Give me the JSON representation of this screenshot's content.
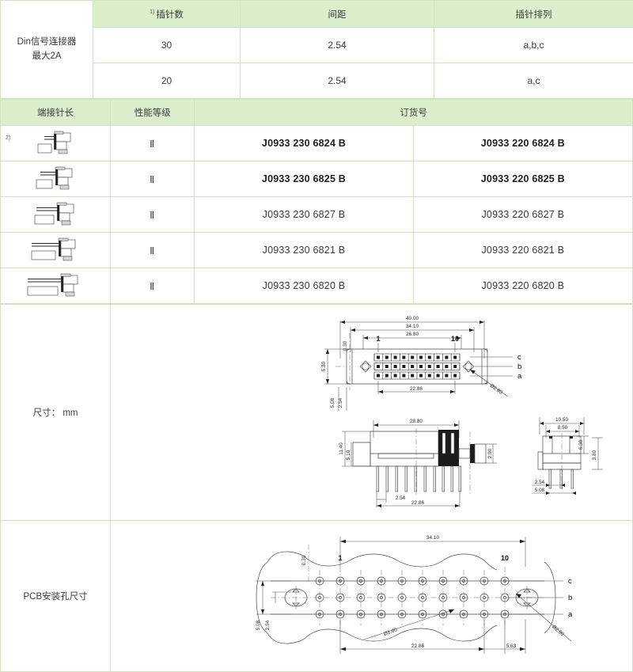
{
  "doc": {
    "units_note": "尺寸： mm",
    "pcb_note": "PCB安装孔尺寸"
  },
  "spec_table": {
    "row_label": "Din信号连接器\n最大2A",
    "row_label_line1": "Din信号连接器",
    "row_label_line2": "最大2A",
    "footnote_marker": "1)",
    "headers": [
      "插针数",
      "间距",
      "插针排列"
    ],
    "rows": [
      {
        "pins": "30",
        "pitch": "2.54",
        "arrangement": "a,b,c"
      },
      {
        "pins": "20",
        "pitch": "2.54",
        "arrangement": "a,c"
      }
    ]
  },
  "order_table": {
    "footnote_marker": "2)",
    "headers": {
      "pin_length": "端接针长",
      "grade": "性能等级",
      "order_no": "订货号"
    },
    "rows": [
      {
        "icon": "pin-length-icon-1",
        "tail": 1,
        "grade": "Ⅱ",
        "order_a": "J0933 230 6824 B",
        "order_b": "J0933 220 6824 B",
        "bold": true
      },
      {
        "icon": "pin-length-icon-2",
        "tail": 2,
        "grade": "Ⅱ",
        "order_a": "J0933 230 6825 B",
        "order_b": "J0933 220 6825 B",
        "bold": true
      },
      {
        "icon": "pin-length-icon-3",
        "tail": 3,
        "grade": "Ⅱ",
        "order_a": "J0933 230 6827 B",
        "order_b": "J0933 220 6827 B",
        "bold": false
      },
      {
        "icon": "pin-length-icon-4",
        "tail": 4,
        "grade": "Ⅱ",
        "order_a": "J0933 230 6821 B",
        "order_b": "J0933 220 6821 B",
        "bold": false
      },
      {
        "icon": "pin-length-icon-5",
        "tail": 5,
        "grade": "Ⅱ",
        "order_a": "J0933 230 6820 B",
        "order_b": "J0933 220 6820 B",
        "bold": false
      }
    ]
  },
  "dimension_drawing": {
    "front_view": {
      "dims": [
        "40.00",
        "34.10",
        "26.80",
        "22.86",
        "0.30",
        "5.30",
        "5.08",
        "2.54"
      ],
      "hole_dia": "ø2.80",
      "pin_first": "1",
      "pin_tenth": "10",
      "row_labels": [
        "c",
        "b",
        "a"
      ],
      "contact_columns": 10,
      "contact_rows": 3
    },
    "side_view": {
      "dims": [
        "28.80",
        "11.40",
        "5.10",
        "2.90",
        "2.54",
        "22.86"
      ],
      "pin_count": 10
    },
    "end_view": {
      "dims": [
        "10.50",
        "8.50",
        "6.30",
        "3.80",
        "2.54",
        "5.08"
      ]
    }
  },
  "pcb_drawing": {
    "dims": [
      "34.10",
      "0.30",
      "5.08",
      "2.54",
      "22.86",
      "5.63"
    ],
    "hole_dia": "ø1.00",
    "mount_hole_dia": "ø2.80",
    "pin_first": "1",
    "pin_tenth": "10",
    "row_labels": [
      "c",
      "b",
      "a"
    ],
    "hole_columns": 10,
    "hole_rows": 3
  },
  "colors": {
    "header_green": "#dcefcc",
    "border_green": "#cfe3c0",
    "text": "#333333",
    "drawing_line": "#4a4a4a"
  }
}
